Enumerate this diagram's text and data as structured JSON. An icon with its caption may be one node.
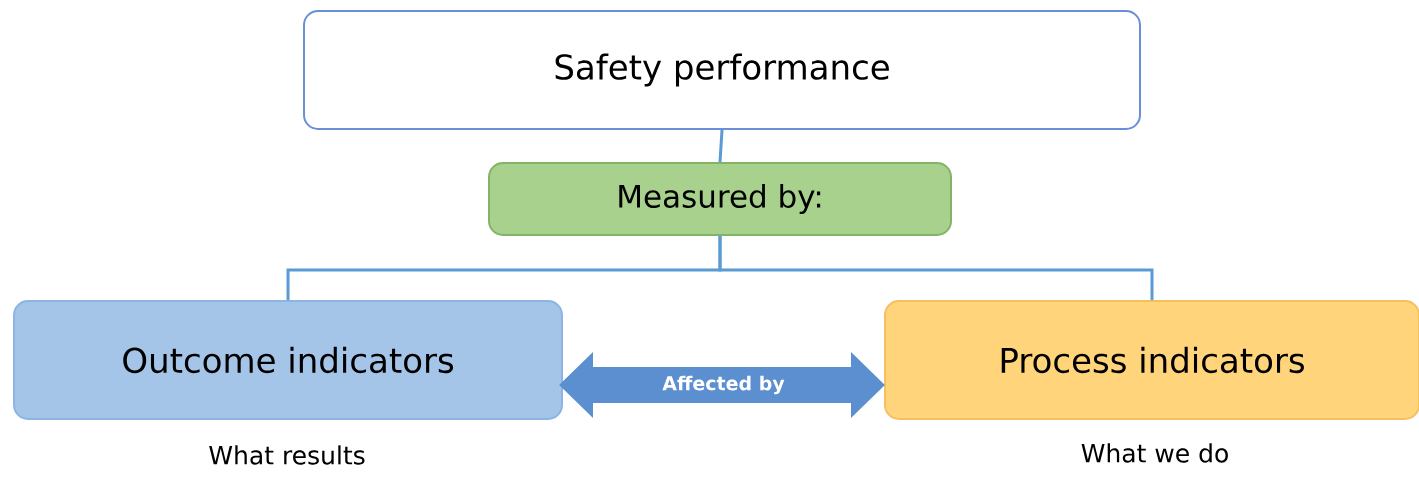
{
  "diagram": {
    "nodes": [
      {
        "text": [
          "Safety performance"
        ]
      },
      {
        "text": [
          "Measured by:"
        ]
      },
      {
        "text": [
          "Outcome indicators"
        ],
        "beside": [
          "What results"
        ]
      },
      {
        "text": [
          "Process indicators"
        ],
        "beside": [
          "What we do"
        ]
      }
    ],
    "edges": [
      {
        "from": 0,
        "to": 1,
        "arrow": "none"
      },
      {
        "from": 1,
        "to": 2,
        "arrow": "none"
      },
      {
        "from": 1,
        "to": 3,
        "arrow": "none"
      },
      {
        "from": 2,
        "to": 3,
        "arrow": "both",
        "label": "Affected by",
        "style": "thick"
      }
    ]
  }
}
